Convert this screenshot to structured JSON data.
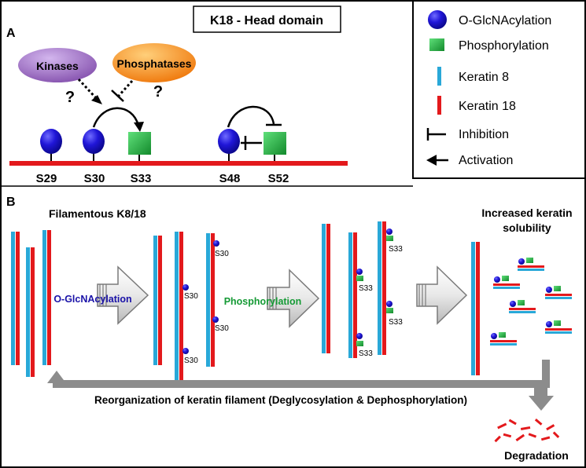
{
  "title": "K18 - Head domain",
  "panel_a": {
    "label": "A",
    "kinases": "Kinases",
    "phosphatases": "Phosphatases",
    "question_left": "?",
    "question_right": "?",
    "sites": [
      "S29",
      "S30",
      "S33",
      "S48",
      "S52"
    ]
  },
  "panel_b": {
    "label": "B",
    "filamentous_label": "Filamentous K8/18",
    "step1_label": "O-GlcNAcylation",
    "step2_label": "Phosphorylation",
    "solubility_line1": "Increased  keratin",
    "solubility_line2": "solubility",
    "site_s30": "S30",
    "site_s33": "S33",
    "reorganization_label": "Reorganization of keratin filament (Deglycosylation & Dephosphorylation)",
    "degradation_label": "Degradation"
  },
  "legend": {
    "items": [
      {
        "label": "O-GlcNAcylation",
        "symbol": "blue-circle"
      },
      {
        "label": "Phosphorylation",
        "symbol": "green-square"
      },
      {
        "label": "Keratin 8",
        "symbol": "cyan-bar"
      },
      {
        "label": "Keratin 18",
        "symbol": "red-bar"
      },
      {
        "label": "Inhibition",
        "symbol": "t-bar"
      },
      {
        "label": "Activation",
        "symbol": "arrow-left"
      }
    ]
  },
  "colors": {
    "keratin8": "#29a8d8",
    "keratin18": "#e3191c",
    "oglcnac": "#1a12c8",
    "phospho": "#1ea83c",
    "kinases": "#8e5bb5",
    "phosphatases": "#f28a1e",
    "gray_arrow": "#8c8c8c",
    "step1_text": "#1a12a8",
    "step2_text": "#159a35"
  }
}
